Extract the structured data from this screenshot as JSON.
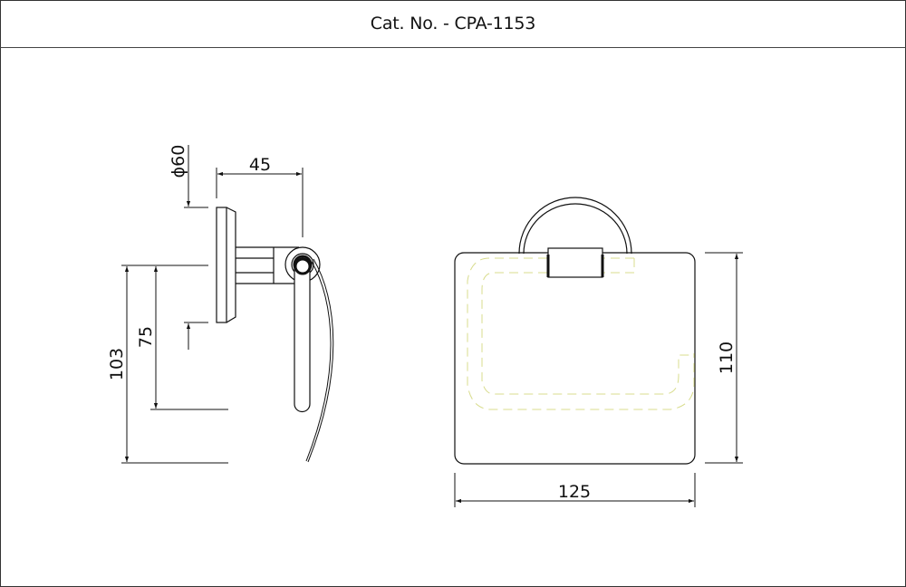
{
  "title": "Cat. No. - CPA-1153",
  "side_view": {
    "dimensions": {
      "diameter": "ϕ60",
      "projection": "45",
      "height_total": "103",
      "height_mount": "75"
    }
  },
  "front_view": {
    "dimensions": {
      "width": "125",
      "height": "110"
    }
  },
  "colors": {
    "line": "#111111",
    "hidden_line": "#d8dc8c",
    "background": "#ffffff"
  }
}
